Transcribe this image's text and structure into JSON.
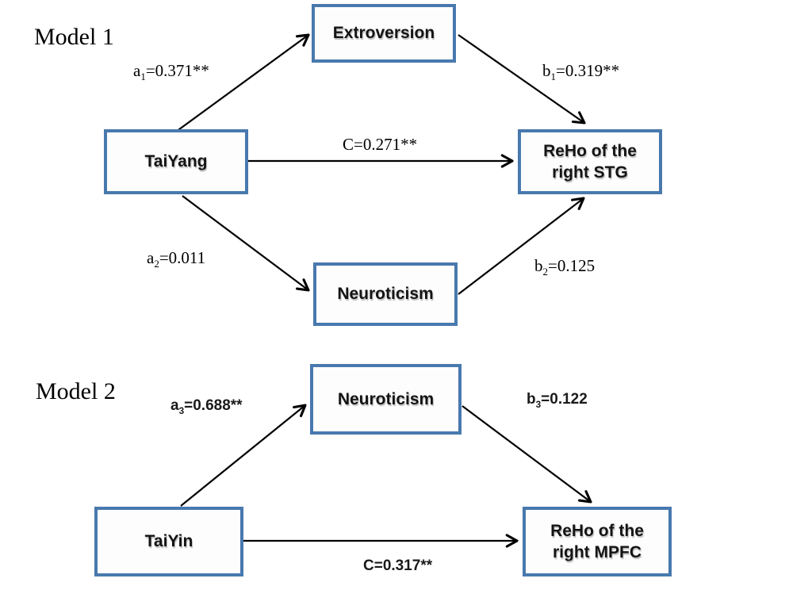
{
  "figure": {
    "type": "mediation-path-diagram",
    "colors": {
      "box_border": "#4879ae",
      "box_fill": "#fdfdfd",
      "arrow_line": "#000000"
    }
  },
  "model1": {
    "title": "Model 1",
    "boxes": {
      "predictor": "TaiYang",
      "mediator_top": "Extroversion",
      "mediator_bottom": "Neuroticism",
      "outcome_line1": "ReHo of the",
      "outcome_line2": "right STG"
    },
    "paths": {
      "a1": {
        "letter": "a",
        "sub": "1",
        "rest": "=0.371**"
      },
      "b1": {
        "letter": "b",
        "sub": "1",
        "rest": "=0.319**"
      },
      "c": {
        "letter": "C",
        "rest": "=0.271**"
      },
      "a2": {
        "letter": "a",
        "sub": "2",
        "rest": "=0.011"
      },
      "b2": {
        "letter": "b",
        "sub": "2",
        "rest": "=0.125"
      }
    }
  },
  "model2": {
    "title": "Model 2",
    "boxes": {
      "predictor": "TaiYin",
      "mediator": "Neuroticism",
      "outcome_line1": "ReHo of the",
      "outcome_line2": "right MPFC"
    },
    "paths": {
      "a3": {
        "letter": "a",
        "sub": "3",
        "rest": "=0.688**"
      },
      "b3": {
        "letter": "b",
        "sub": "3",
        "rest": "=0.122"
      },
      "c": {
        "letter": "C",
        "rest": "=0.317**"
      }
    }
  }
}
